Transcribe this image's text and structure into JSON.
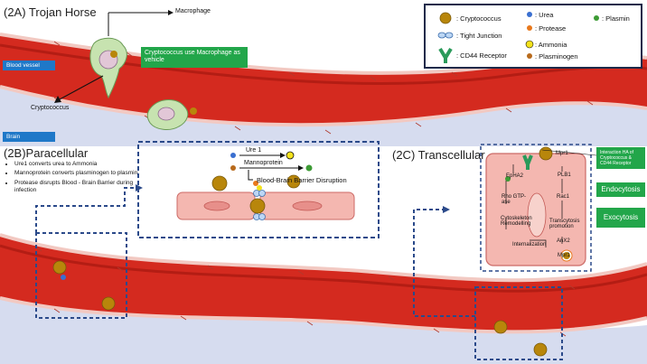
{
  "panels": {
    "a_title": "(2A) Trojan Horse",
    "b_title": "(2B)Paracellular",
    "c_title": "(2C) Transcellular"
  },
  "trojan": {
    "macrophage_label": "Macrophage",
    "cryptococcus_label": "Cryptococcus",
    "blood_vessel_label": "Blood vessel",
    "brain_label": "Brain",
    "vehicle_note": "Cryptococcus use Macrophage as vehicle"
  },
  "legend": {
    "cryptococcus": ": Cryptococcus",
    "tight_junction": ": Tight Junction",
    "cd44_receptor": ": CD44 Receptor",
    "urea": ": Urea",
    "protease": ": Protease",
    "ammonia": ": Ammonia",
    "plasminogen": ": Plasminogen",
    "plasmin": ": Plasmin"
  },
  "paracellular": {
    "bullets": [
      "Ure1 converts urea to Ammonia",
      "Mannoprotein converts plasminogen to plasmin",
      "Protease disrupts Blood - Brain Barrier during infection"
    ],
    "ure1": "Ure 1",
    "mannoprotein": "Mannoprotein",
    "bbb_disruption": "Blood-Brain Barrier Disruption"
  },
  "transcellular": {
    "interaction_note": "Interaction HA of Cryptococcus & CD44 Receptor",
    "endocytosis": "Endocytosis",
    "exocytosis": "Exocytosis",
    "mpr1_top": "Mpr1",
    "epha2": "EpHA2",
    "plb1": "PLB1",
    "rho": "Rho GTP-ase",
    "rac1": "Rac1",
    "cytoskeleton": "Cytoskeleton Remodelling",
    "transcytosis": "Transcytosis promotion",
    "internalization": "Internalization",
    "anx2": "AnX2",
    "mpr1_bottom": "Mpr1"
  },
  "colors": {
    "vessel_red": "#d42a1f",
    "vessel_dark": "#a81812",
    "brain_blue": "#d6dcef",
    "cryptococcus": "#b8860b",
    "urea": "#3a6fd0",
    "protease": "#e8781c",
    "ammonia": "#f4e21c",
    "plasminogen": "#b86a1c",
    "plasmin": "#3d9b35",
    "cd44": "#2a9a5a",
    "green_box": "#22a64a",
    "blue_tag": "#1f78c8",
    "dashed_frame": "#2b4a8a"
  }
}
